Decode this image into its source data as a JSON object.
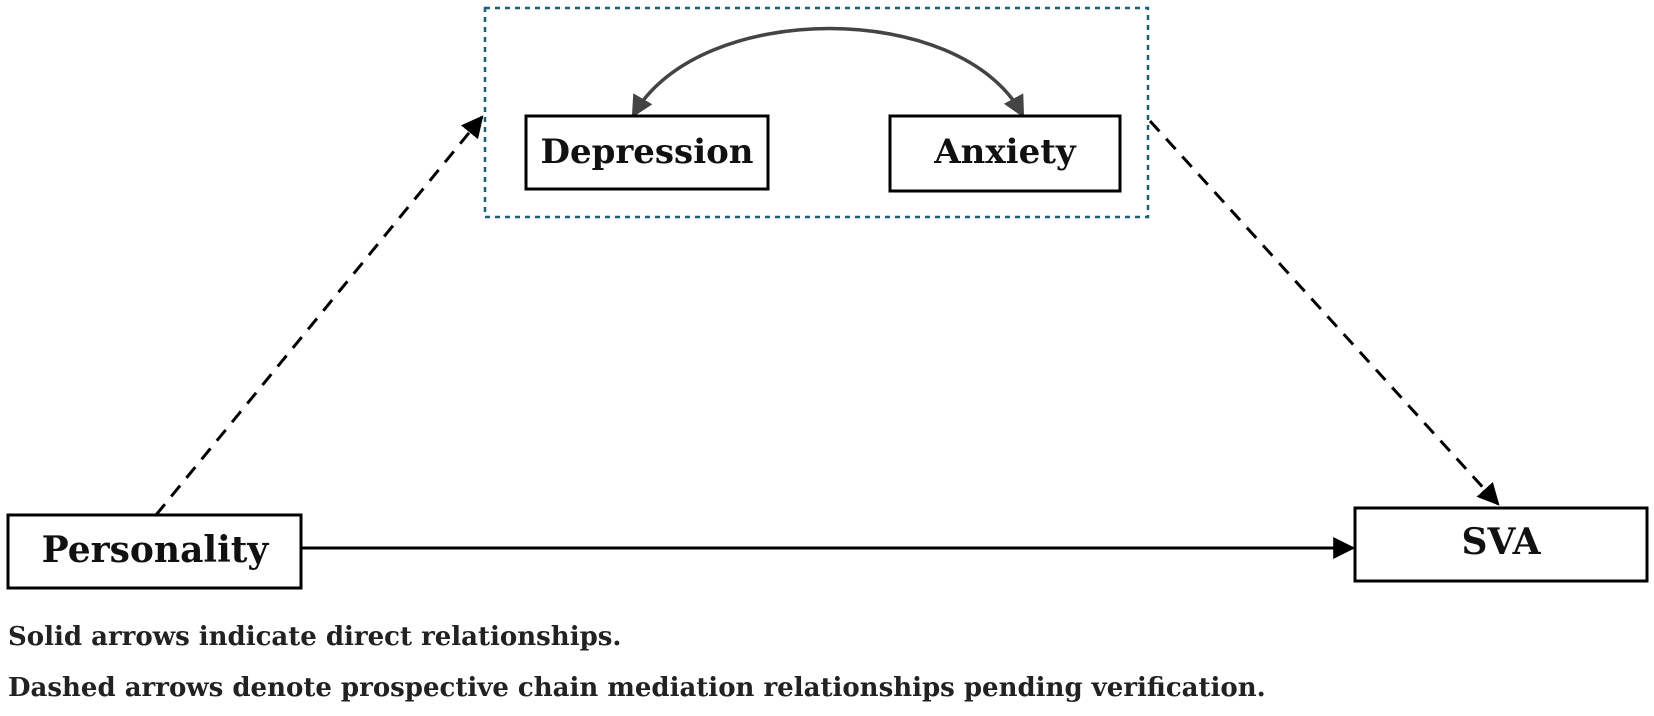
{
  "diagram": {
    "nodes": {
      "depression": "Depression",
      "anxiety": "Anxiety",
      "personality": "Personality",
      "sva": "SVA"
    },
    "notes": {
      "solid": "Solid arrows indicate direct relationships.",
      "dashed": "Dashed arrows denote prospective chain mediation relationships pending verification."
    },
    "colors": {
      "group_border": "#1e5f78",
      "curve_arrow": "#444444",
      "line": "#000000"
    }
  }
}
